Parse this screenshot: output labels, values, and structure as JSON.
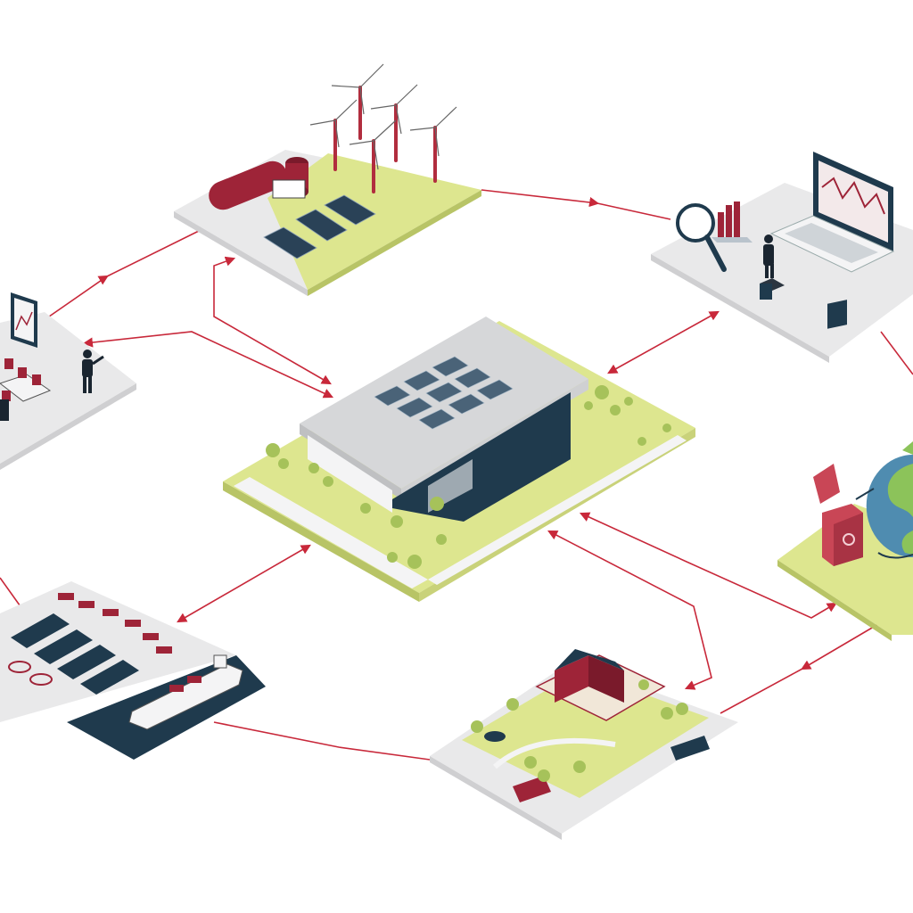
{
  "diagram": {
    "nodes": [
      {
        "id": "energy",
        "name": "renewable-energy-node",
        "icon": "wind-turbine-icon"
      },
      {
        "id": "analytics",
        "name": "data-analytics-node",
        "icon": "magnifier-icon"
      },
      {
        "id": "recycling",
        "name": "recycling-node",
        "icon": "recycle-bin-icon"
      },
      {
        "id": "community",
        "name": "residential-community-node",
        "icon": "house-icon"
      },
      {
        "id": "port",
        "name": "port-logistics-node",
        "icon": "cargo-ship-icon"
      },
      {
        "id": "office",
        "name": "office-workspace-node",
        "icon": "meeting-table-icon"
      },
      {
        "id": "hub",
        "name": "central-building-hub",
        "icon": "building-icon"
      }
    ],
    "links": [
      {
        "from": "energy",
        "to": "analytics",
        "type": "cycle"
      },
      {
        "from": "analytics",
        "to": "recycling",
        "type": "cycle"
      },
      {
        "from": "recycling",
        "to": "community",
        "type": "cycle"
      },
      {
        "from": "community",
        "to": "port",
        "type": "cycle"
      },
      {
        "from": "port",
        "to": "office",
        "type": "cycle"
      },
      {
        "from": "office",
        "to": "energy",
        "type": "cycle"
      },
      {
        "from": "hub",
        "to": "energy",
        "type": "two-way"
      },
      {
        "from": "hub",
        "to": "office",
        "type": "two-way"
      },
      {
        "from": "hub",
        "to": "analytics",
        "type": "two-way"
      },
      {
        "from": "hub",
        "to": "recycling",
        "type": "two-way"
      },
      {
        "from": "hub",
        "to": "community",
        "type": "two-way"
      },
      {
        "from": "hub",
        "to": "port",
        "type": "two-way"
      }
    ]
  },
  "colors": {
    "arrow": "#c8283a",
    "grass": "#dde68f",
    "platform": "#e9e9ea",
    "accent_red": "#9e2438",
    "navy": "#1f3a4d",
    "ground": "#ffffff"
  }
}
